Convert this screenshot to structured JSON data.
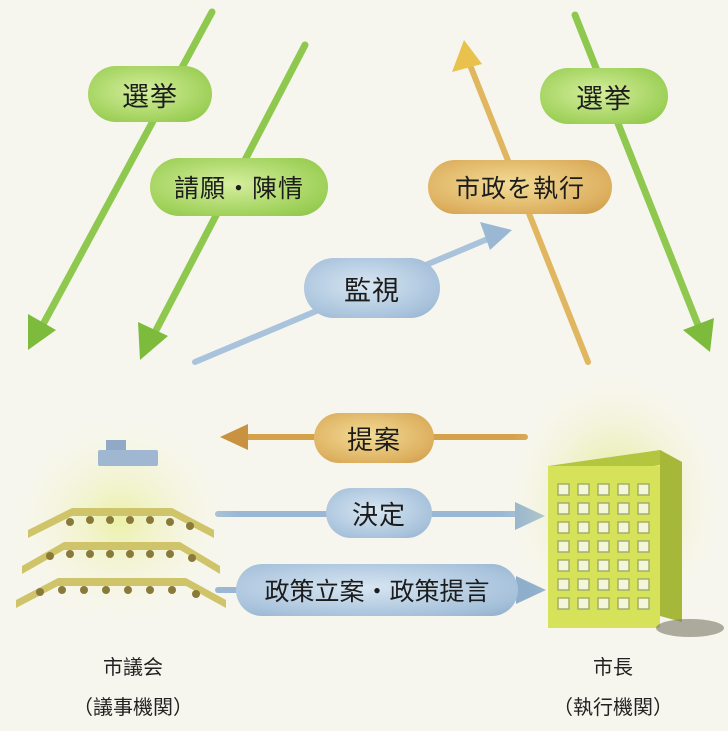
{
  "labels": {
    "election_left": "選挙",
    "election_right": "選挙",
    "petition": "請願・陳情",
    "execute": "市政を執行",
    "monitor": "監視",
    "proposal": "提案",
    "decision": "決定",
    "policy": "政策立案・政策提言"
  },
  "council": {
    "name": "市議会",
    "role": "（議事機関）"
  },
  "mayor": {
    "name": "市長",
    "role": "（執行機関）"
  },
  "colors": {
    "green": "#86c244",
    "orange": "#d4a24a",
    "blue": "#9ab8d4",
    "building": "#c8d84a"
  }
}
